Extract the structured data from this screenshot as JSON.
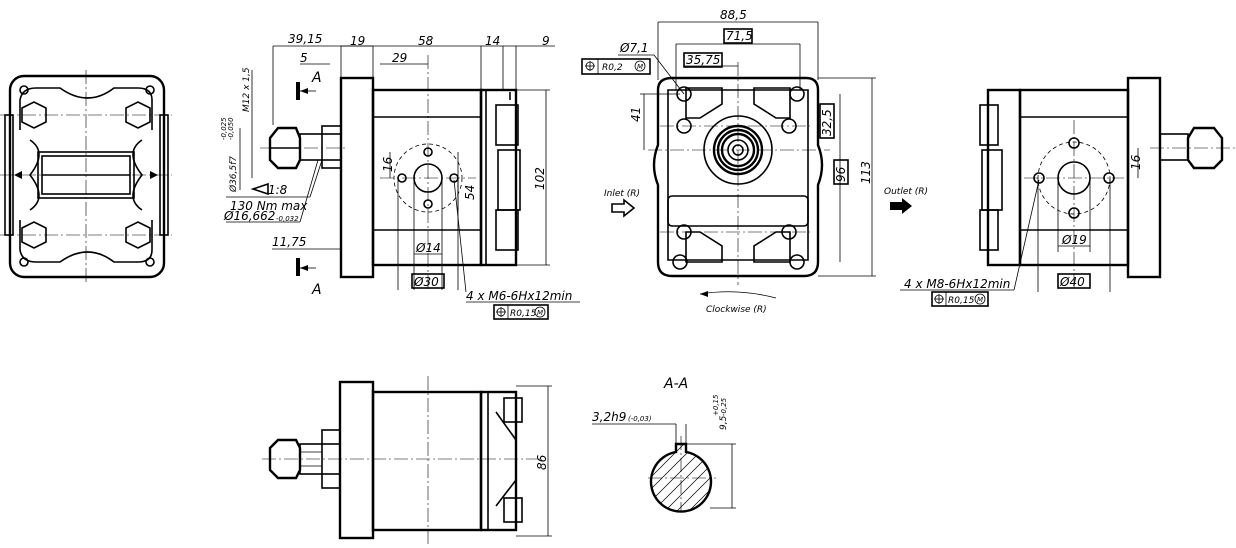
{
  "side_view": {
    "d_39_15": "39,15",
    "d_19": "19",
    "d_58": "58",
    "d_14": "14",
    "d_9": "9",
    "d_5": "5",
    "d_29": "29",
    "section_mark": "A",
    "thread": "M12 x 1,5",
    "shaft_dia": "Ø36,5f7",
    "shaft_dia_tol_upper": "-0,025",
    "shaft_dia_tol_lower": "-0,050",
    "taper": "1:8",
    "torque": "130 Nm max",
    "spline_dia": "Ø16,662",
    "spline_tol": "-0,032",
    "d_11_75": "11,75",
    "d_16": "16",
    "d_54": "54",
    "d_102": "102",
    "d_14_dia": "Ø14",
    "d_30_dia": "Ø30",
    "holes_note": "4 x M6-6Hx12min",
    "tolerance_frame": "R0,15",
    "modifier": "M"
  },
  "front_view": {
    "d_88_5": "88,5",
    "d_71_5": "71,5",
    "d_35_75": "35,75",
    "d_7_1": "Ø7,1",
    "tolerance_frame": "R0,2",
    "modifier": "M",
    "d_41": "41",
    "d_32_5": "32,5",
    "d_96": "96",
    "d_113": "113",
    "inlet": "Inlet (R)",
    "outlet": "Outlet (R)",
    "rotation": "Clockwise (R)"
  },
  "right_view": {
    "d_16": "16",
    "d_19_dia": "Ø19",
    "d_40_dia": "Ø40",
    "holes_note": "4  x  M8-6Hx12min",
    "tolerance_frame": "R0,15",
    "modifier": "M"
  },
  "bottom_view": {
    "d_86": "86"
  },
  "section": {
    "title": "A-A",
    "key_width": "3,2h9",
    "key_tol": "(-0,03)",
    "key_depth": "9,5",
    "key_depth_upper": "+0,15",
    "key_depth_lower": "-0,25"
  }
}
